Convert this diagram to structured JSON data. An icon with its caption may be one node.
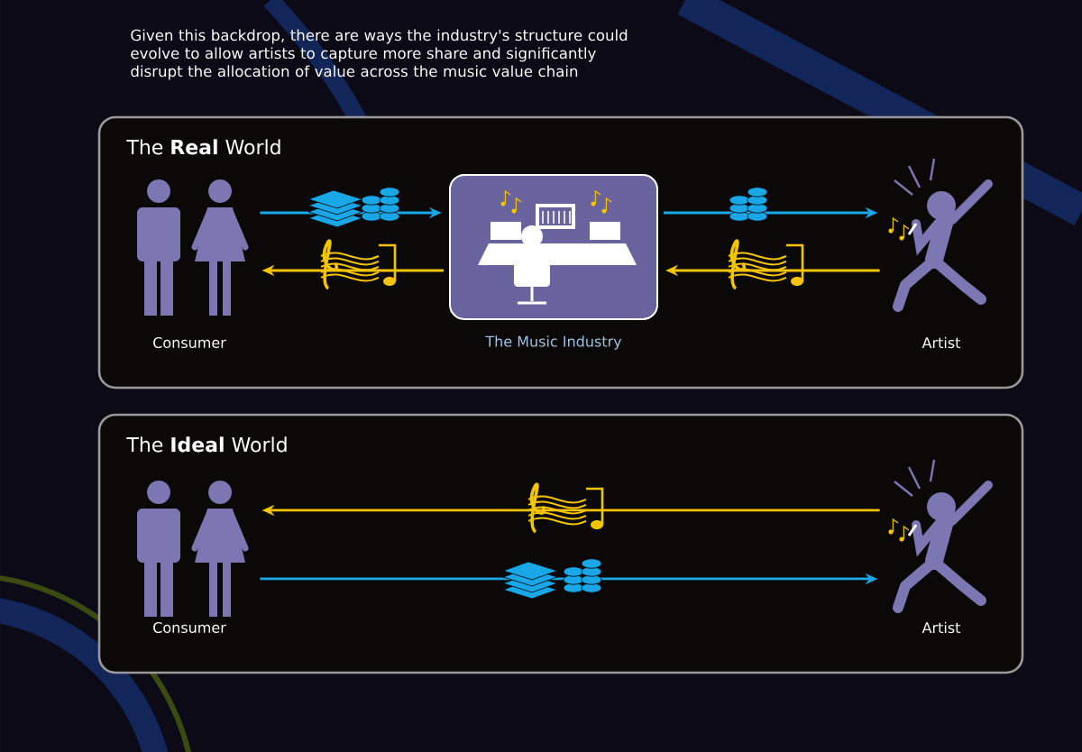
{
  "diagram": {
    "title": "Given this backdrop, there are ways the industry's structure could evolve to allow artists to capture more share and significantly disrupt the allocation of value across the music value chain",
    "nodes": [
      {
        "text": [
          "The **Real** World"
        ]
      },
      {
        "text": [
          "Consumer"
        ],
        "in": 0
      },
      {
        "text": [
          "The Music Industry"
        ],
        "in": 0
      },
      {
        "text": [
          "Artist"
        ],
        "in": 0
      },
      {
        "text": [
          "The **Ideal** World"
        ]
      },
      {
        "text": [
          "Consumer"
        ],
        "in": 4
      },
      {
        "text": [
          "Artist"
        ],
        "in": 4
      }
    ],
    "edges": [
      {
        "from": 1,
        "to": 2,
        "arrow": "to",
        "color": "#1aa7e8"
      },
      {
        "from": 2,
        "to": 1,
        "arrow": "to",
        "color": "#f5c400"
      },
      {
        "from": 2,
        "to": 3,
        "arrow": "to",
        "color": "#1aa7e8"
      },
      {
        "from": 3,
        "to": 2,
        "arrow": "to",
        "color": "#f5c400"
      },
      {
        "from": 6,
        "to": 5,
        "arrow": "to",
        "color": "#f5c400"
      },
      {
        "from": 5,
        "to": 6,
        "arrow": "to",
        "color": "#1aa7e8"
      }
    ]
  }
}
